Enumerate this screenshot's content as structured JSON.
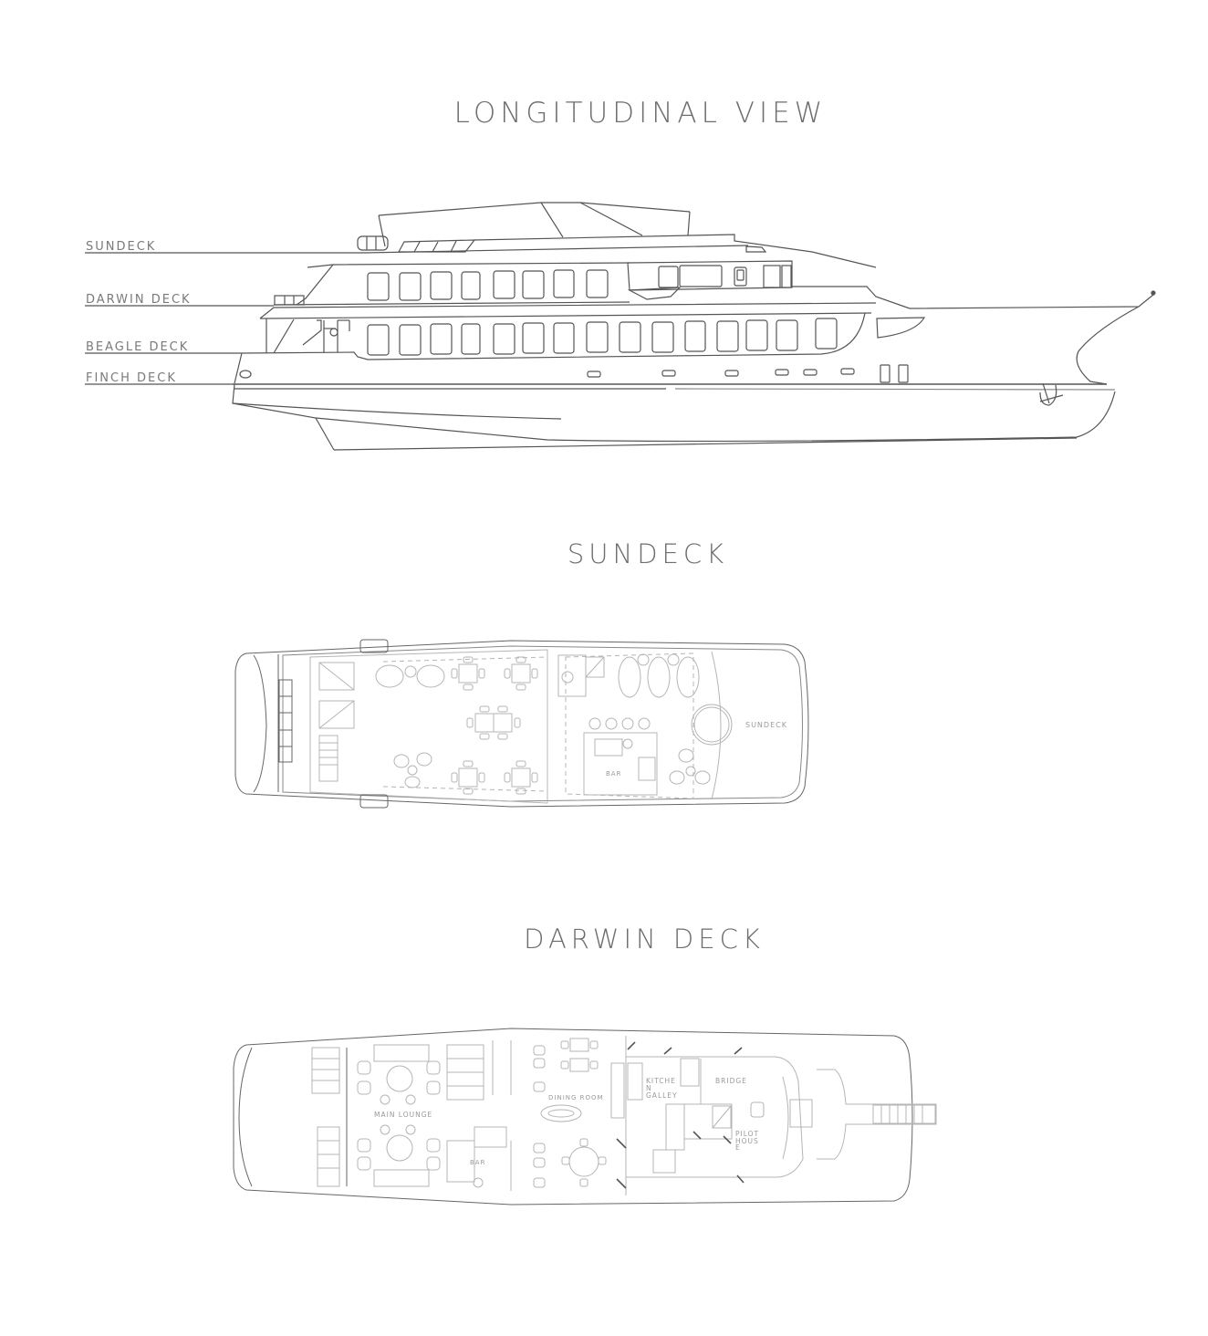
{
  "sections": {
    "longitudinal": {
      "title": "LONGITUDINAL VIEW",
      "deck_labels": [
        "SUNDECK",
        "DARWIN DECK",
        "BEAGLE DECK",
        "FINCH DECK"
      ]
    },
    "sundeck": {
      "title": "SUNDECK",
      "plan_labels": [
        "SUNDECK",
        "BAR"
      ]
    },
    "darwin_deck": {
      "title": "DARWIN DECK",
      "plan_labels": [
        "MAIN LOUNGE",
        "BAR",
        "DINING ROOM",
        "KITCHE",
        "N",
        "GALLEY",
        "BRIDGE",
        "PILOT",
        "HOUS",
        "E"
      ]
    }
  },
  "colors": {
    "line": "#555555",
    "light_line": "#b5b5b5",
    "title_text": "#6e6e70",
    "background": "#ffffff"
  }
}
